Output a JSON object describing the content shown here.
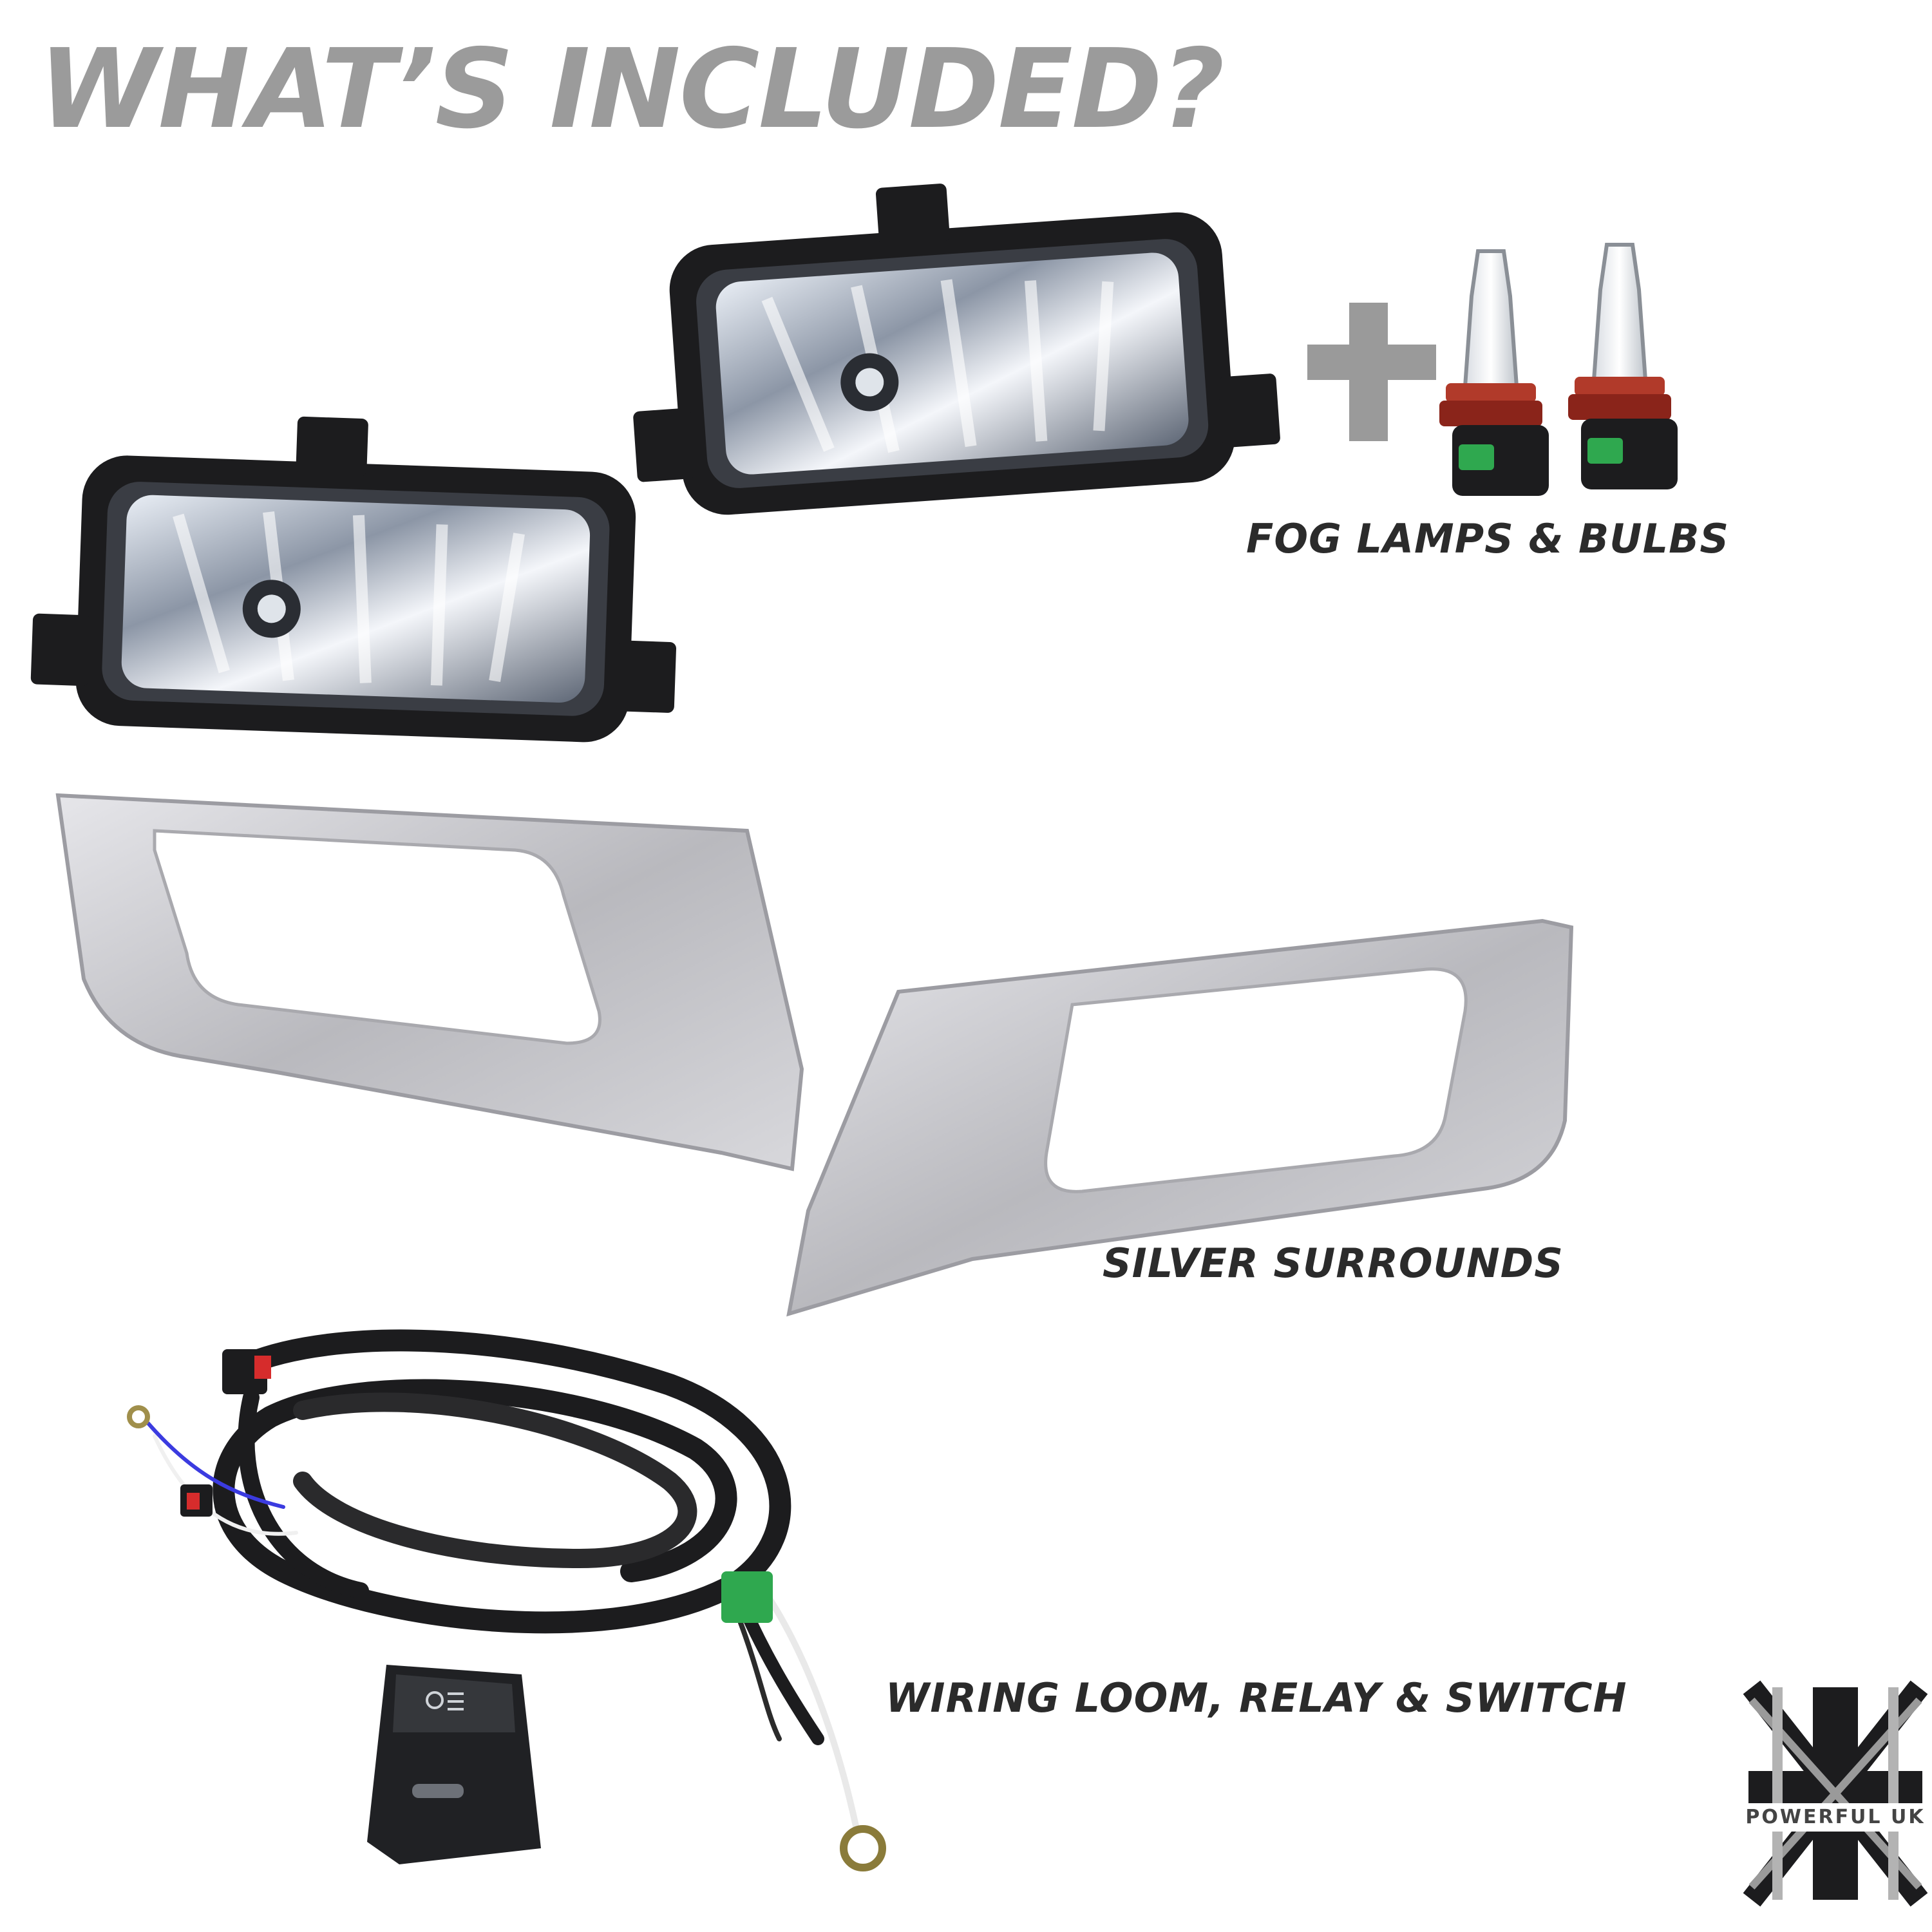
{
  "headline": "WHAT’S INCLUDED?",
  "items": [
    {
      "label": "FOG LAMPS & BULBS",
      "icon": "fog-lamp-icon"
    },
    {
      "label": "SILVER SURROUNDS",
      "icon": "bezel-icon"
    },
    {
      "label": "WIRING LOOM, RELAY & SWITCH",
      "icon": "wiring-icon"
    }
  ],
  "plus_symbol": "plus-icon",
  "brand": {
    "name": "POWERFUL UK",
    "logo": "union-flag-logo"
  },
  "colors": {
    "headline": "#9b9b9b",
    "label": "#2b2b2b",
    "silver": "#c9c9cd",
    "black": "#1c1c1e"
  }
}
